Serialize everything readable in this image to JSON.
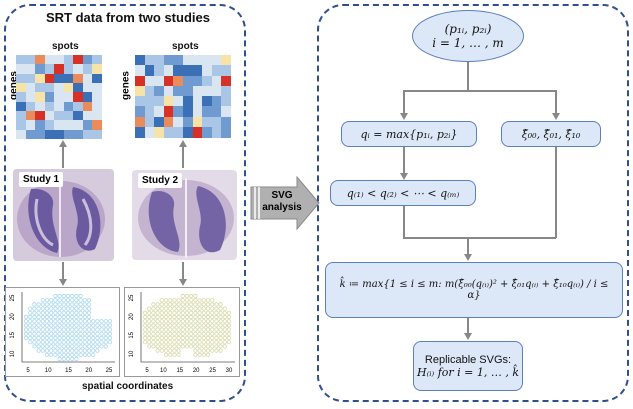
{
  "left": {
    "title": "SRT data from two studies",
    "spots_label": "spots",
    "genes_label": "genes",
    "study1": "Study 1",
    "study2": "Study 2",
    "spatial_label": "spatial coordinates",
    "scatter1": {
      "xticks": [
        "5",
        "10",
        "15",
        "20",
        "25"
      ],
      "yticks": [
        "10",
        "15",
        "20",
        "25"
      ]
    },
    "scatter2": {
      "xticks": [
        "5",
        "10",
        "15",
        "20",
        "25",
        "30"
      ],
      "yticks": [
        "10",
        "15",
        "20",
        "25"
      ]
    },
    "colors": {
      "heat_low": "#3b6fb6",
      "heat_mid": "#d9e6f2",
      "heat_high": "#d73027",
      "scatter1": "#a8d8ee",
      "scatter2": "#d6d9a6"
    }
  },
  "middle": {
    "line1": "SVG",
    "line2": "analysis"
  },
  "right": {
    "top_box": "(p₁ᵢ, p₂ᵢ)",
    "top_box_line2": "i = 1, … , m",
    "q_box": "qᵢ = max{p₁ᵢ, p₂ᵢ}",
    "xi_box": "ξ̂₀₀, ξ̂₀₁, ξ̂₁₀",
    "order_box": "q₍₁₎ < q₍₂₎ < ⋯ < q₍ₘ₎",
    "k_box": "k̂ ≔ max{1 ≤ i ≤ m: m(ξ̂₀₀(q₍ᵢ₎)² + ξ̂₀₁q₍ᵢ₎ + ξ̂₁₀q₍ᵢ₎) / i ≤ α}",
    "result_title": "Replicable SVGs:",
    "result_formula": "H₍ᵢ₎ for i = 1, … , k̂"
  }
}
